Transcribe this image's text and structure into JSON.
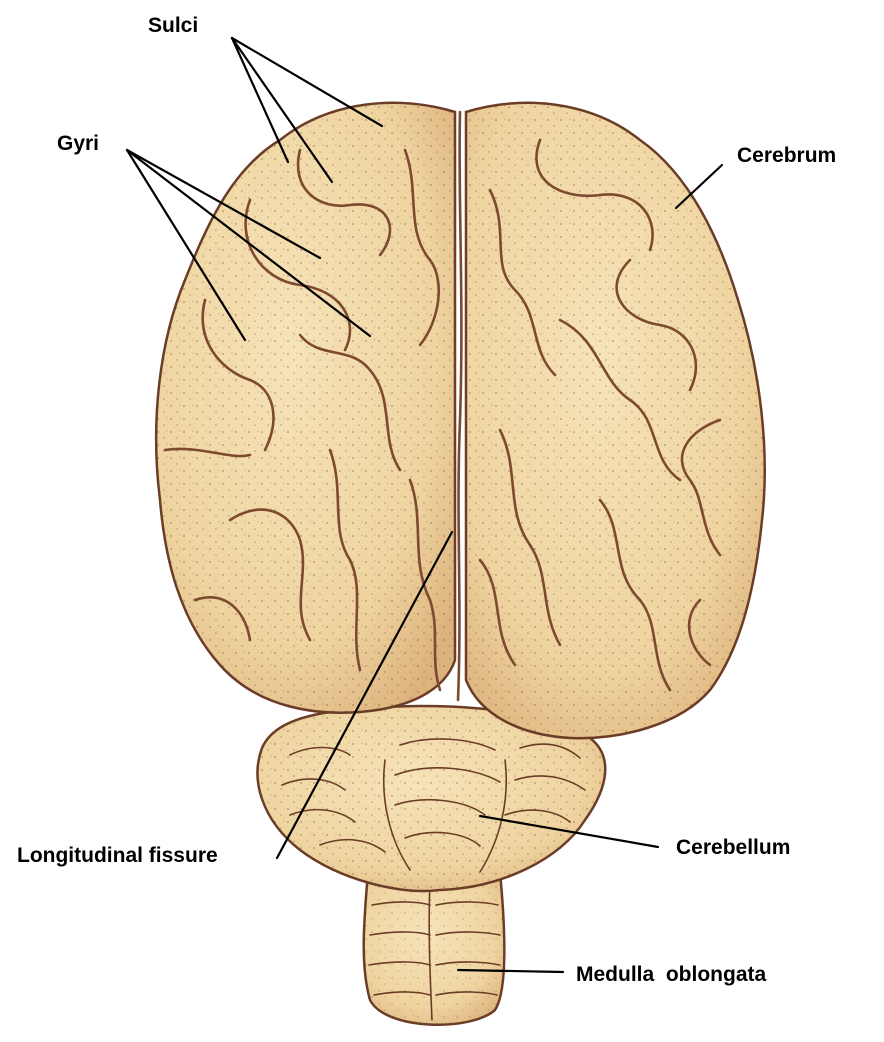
{
  "colors": {
    "background": "#ffffff",
    "tissue": "#f1d9a8",
    "tissue_shadow": "#d9b07a",
    "outline": "#6b3c26",
    "sulcus": "#7d4a30",
    "label_text": "#000000"
  },
  "labels": {
    "sulci": "Sulci",
    "gyri": "Gyri",
    "cerebrum": "Cerebrum",
    "longitudinal_fissure": "Longitudinal fissure",
    "cerebellum": "Cerebellum",
    "medulla_oblongata": "Medulla  oblongata"
  }
}
